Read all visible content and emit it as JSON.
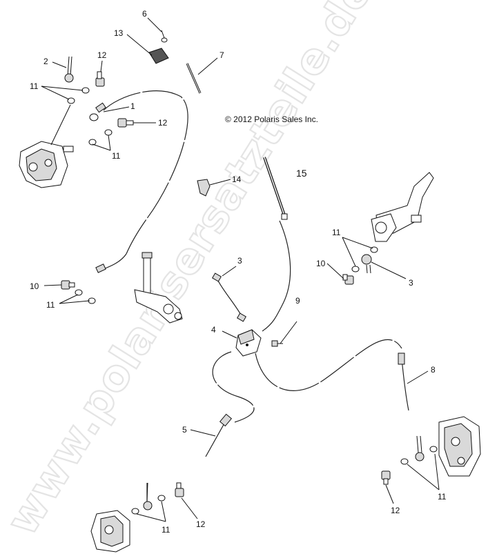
{
  "copyright": "© 2012 Polaris Sales Inc.",
  "watermark": "www.polarisersatzteile.de",
  "callouts": [
    "1",
    "2",
    "3",
    "4",
    "5",
    "6",
    "7",
    "8",
    "9",
    "10",
    "11",
    "12",
    "13",
    "14",
    "15"
  ]
}
